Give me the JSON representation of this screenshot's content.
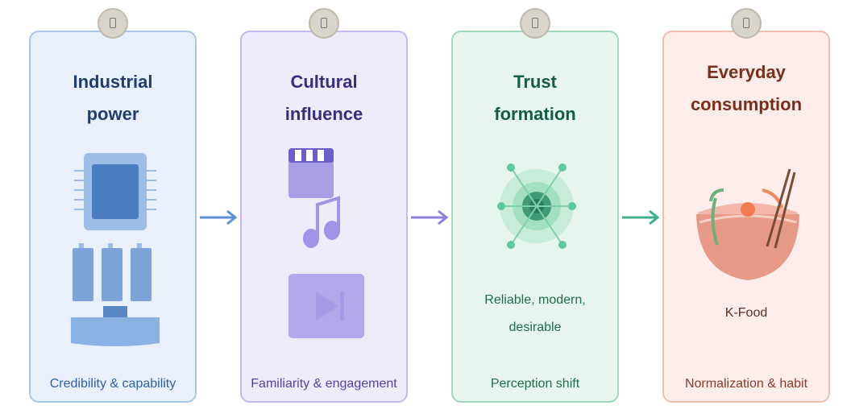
{
  "stages": [
    {
      "title_line1": "Industrial",
      "title_line2": "power",
      "caption": "Credibility & capability",
      "description": ""
    },
    {
      "title_line1": "Cultural",
      "title_line2": "influence",
      "caption": "Familiarity & engagement",
      "description": ""
    },
    {
      "title_line1": "Trust",
      "title_line2": "formation",
      "caption": "Perception shift",
      "description_line1": "Reliable, modern,",
      "description_line2": "desirable"
    },
    {
      "title_line1": "Everyday",
      "title_line2": "consumption",
      "caption": "Normalization & habit",
      "description": "K-Food"
    }
  ],
  "icons": [
    "semiconductor-chip-icon",
    "battery-cells-icon",
    "film-clapper-icon",
    "music-note-icon",
    "video-play-icon",
    "network-trust-icon",
    "food-bowl-icon"
  ],
  "colors": {
    "blue": "#5b8fd8",
    "purple": "#8b7fe0",
    "green": "#3fb088",
    "coral": "#e8826c"
  }
}
